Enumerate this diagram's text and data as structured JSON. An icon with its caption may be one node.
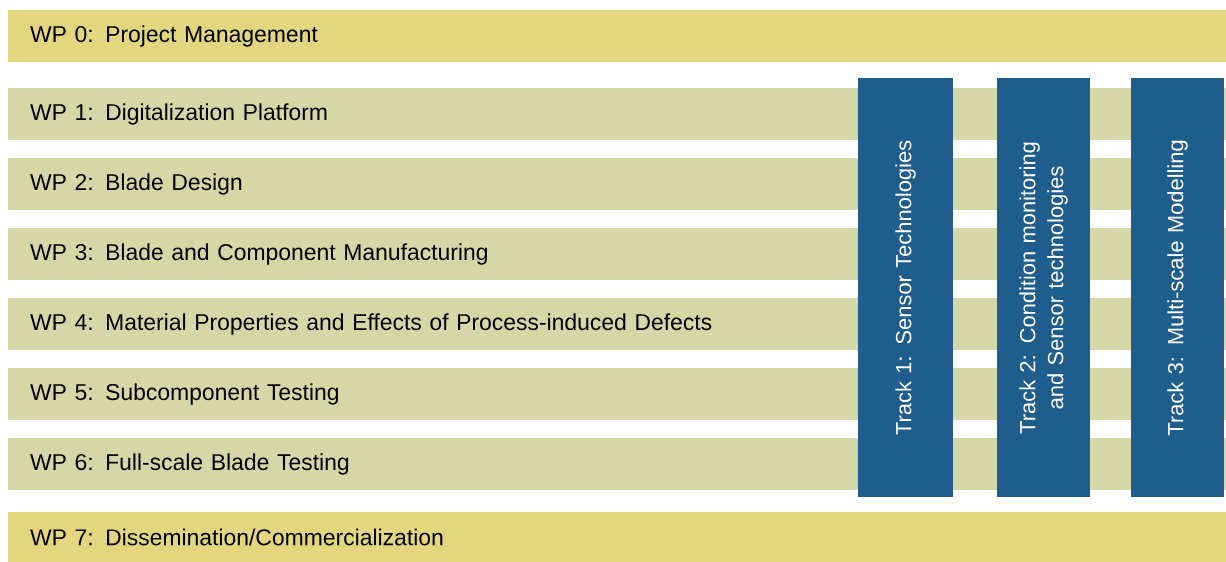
{
  "diagram": {
    "nodes": [
      {
        "text": [
          "WP 0: Project Management"
        ]
      },
      {
        "text": [
          "WP 1: Digitalization Platform"
        ]
      },
      {
        "text": [
          "WP 2: Blade Design"
        ]
      },
      {
        "text": [
          "WP 3: Blade and Component Manufacturing"
        ]
      },
      {
        "text": [
          "WP 4: Material Properties and Effects of Process-induced Defects"
        ]
      },
      {
        "text": [
          "WP 5: Subcomponent Testing"
        ]
      },
      {
        "text": [
          "WP 6: Full-scale Blade Testing"
        ]
      },
      {
        "text": [
          "WP 7: Dissemination/Commercialization"
        ]
      },
      {
        "text": [
          "Track 1: Sensor Technologies"
        ]
      },
      {
        "text": [
          "Track 2: Condition monitoring and Sensor technologies"
        ]
      },
      {
        "text": [
          "Track 3: Multi-scale Modelling"
        ]
      }
    ],
    "edges": []
  }
}
